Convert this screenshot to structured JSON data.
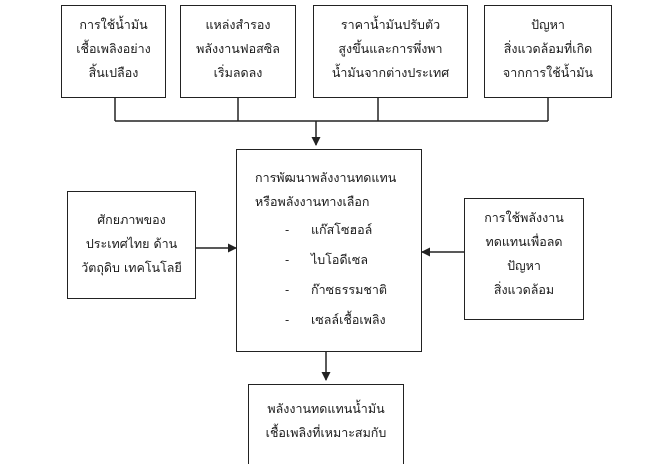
{
  "top_boxes": [
    {
      "lines": [
        "การใช้น้ำมัน",
        "เชื้อเพลิงอย่าง",
        "สิ้นเปลือง"
      ]
    },
    {
      "lines": [
        "แหล่งสำรอง",
        "พลังงานฟอสซิล",
        "เริ่มลดลง"
      ]
    },
    {
      "lines": [
        "ราคาน้ำมันปรับตัว",
        "สูงขึ้นและการพึ่งพา",
        "น้ำมันจากต่างประเทศ"
      ]
    },
    {
      "lines": [
        "ปัญหา",
        "สิ่งแวดล้อมที่เกิด",
        "จากการใช้น้ำมัน"
      ]
    }
  ],
  "left_box": {
    "lines": [
      "ศักยภาพของ",
      "ประเทศไทย ด้าน",
      "วัตถุดิบ เทคโนโลยี"
    ]
  },
  "right_box": {
    "lines": [
      "การใช้พลังงาน",
      "ทดแทนเพื่อลด",
      "ปัญหา",
      "สิ่งแวดล้อม"
    ]
  },
  "center_box": {
    "heading": [
      "การพัฒนาพลังงานทดแทน",
      "หรือพลังงานทางเลือก"
    ],
    "bullet_marker": "-",
    "items": [
      "แก๊สโซฮอล์",
      "ไบโอดีเซล",
      "ก๊าซธรรมชาติ",
      "เซลล์เชื้อเพลิง"
    ]
  },
  "bottom_box": {
    "lines": [
      "พลังงานทดแทนน้ำมัน",
      "เชื้อเพลิงที่เหมาะสมกับ"
    ]
  }
}
